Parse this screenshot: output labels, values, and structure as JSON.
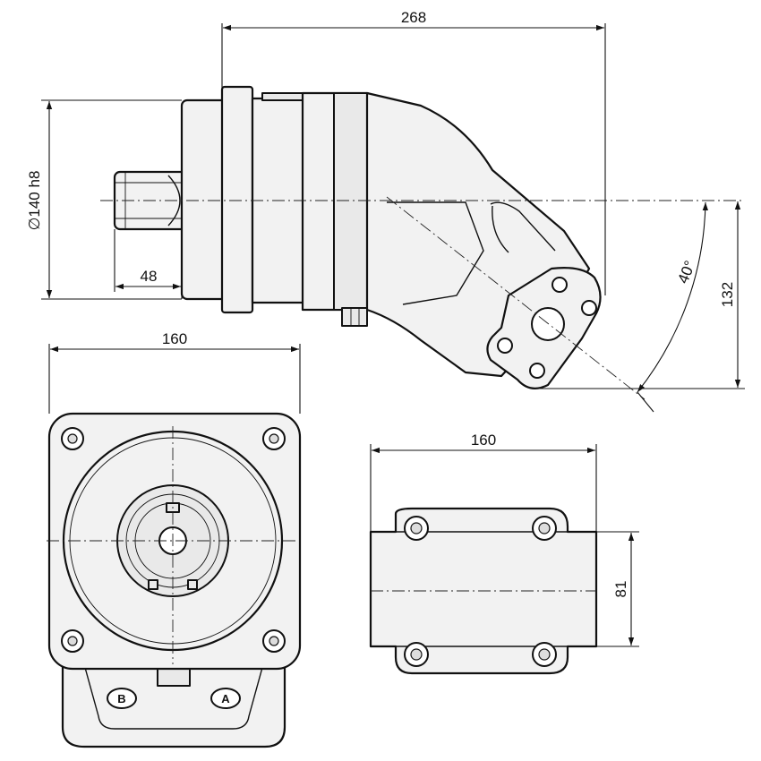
{
  "dimensions": {
    "overall_length": "268",
    "flange_diameter": "∅140 h8",
    "shaft_length": "48",
    "tilt_angle": "40°",
    "port_offset": "132",
    "flange_width": "160",
    "port_flange_width": "160",
    "port_flange_height": "81"
  },
  "ports": {
    "b": "B",
    "a": "A"
  }
}
